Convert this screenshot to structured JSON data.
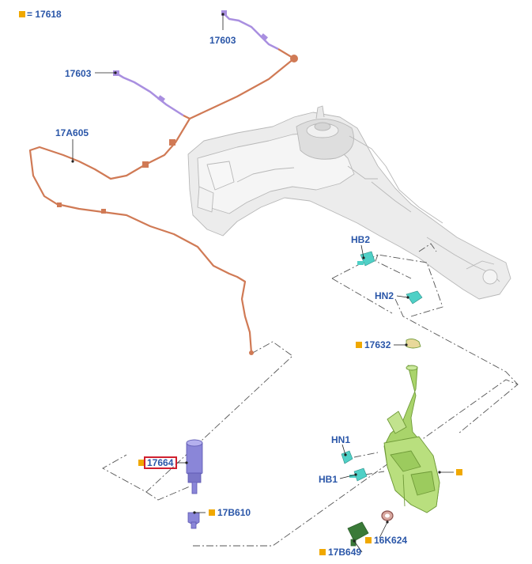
{
  "legend": {
    "marker_color": "#f0a800",
    "text": "= 17618"
  },
  "labels": {
    "part_17603_top": "17603",
    "part_17603_left": "17603",
    "part_17a605": "17A605",
    "part_hb2": "HB2",
    "part_hn2": "HN2",
    "part_17632": "17632",
    "part_hn1": "HN1",
    "part_hb1": "HB1",
    "part_17664": "17664",
    "part_17b610": "17B610",
    "part_17b649": "17B649",
    "part_16k624": "16K624"
  },
  "colors": {
    "label_text": "#2a56a8",
    "washer_hose": "#d07a55",
    "nozzle": "#a98fe0",
    "reservoir": "#a9d46b",
    "pump": "#8a86d8",
    "fasteners": "#4fd0c6",
    "highlight_box": "#d0202f",
    "frame": "#e6e6e6"
  },
  "icons": {
    "square_marker": "square-marker-icon"
  }
}
